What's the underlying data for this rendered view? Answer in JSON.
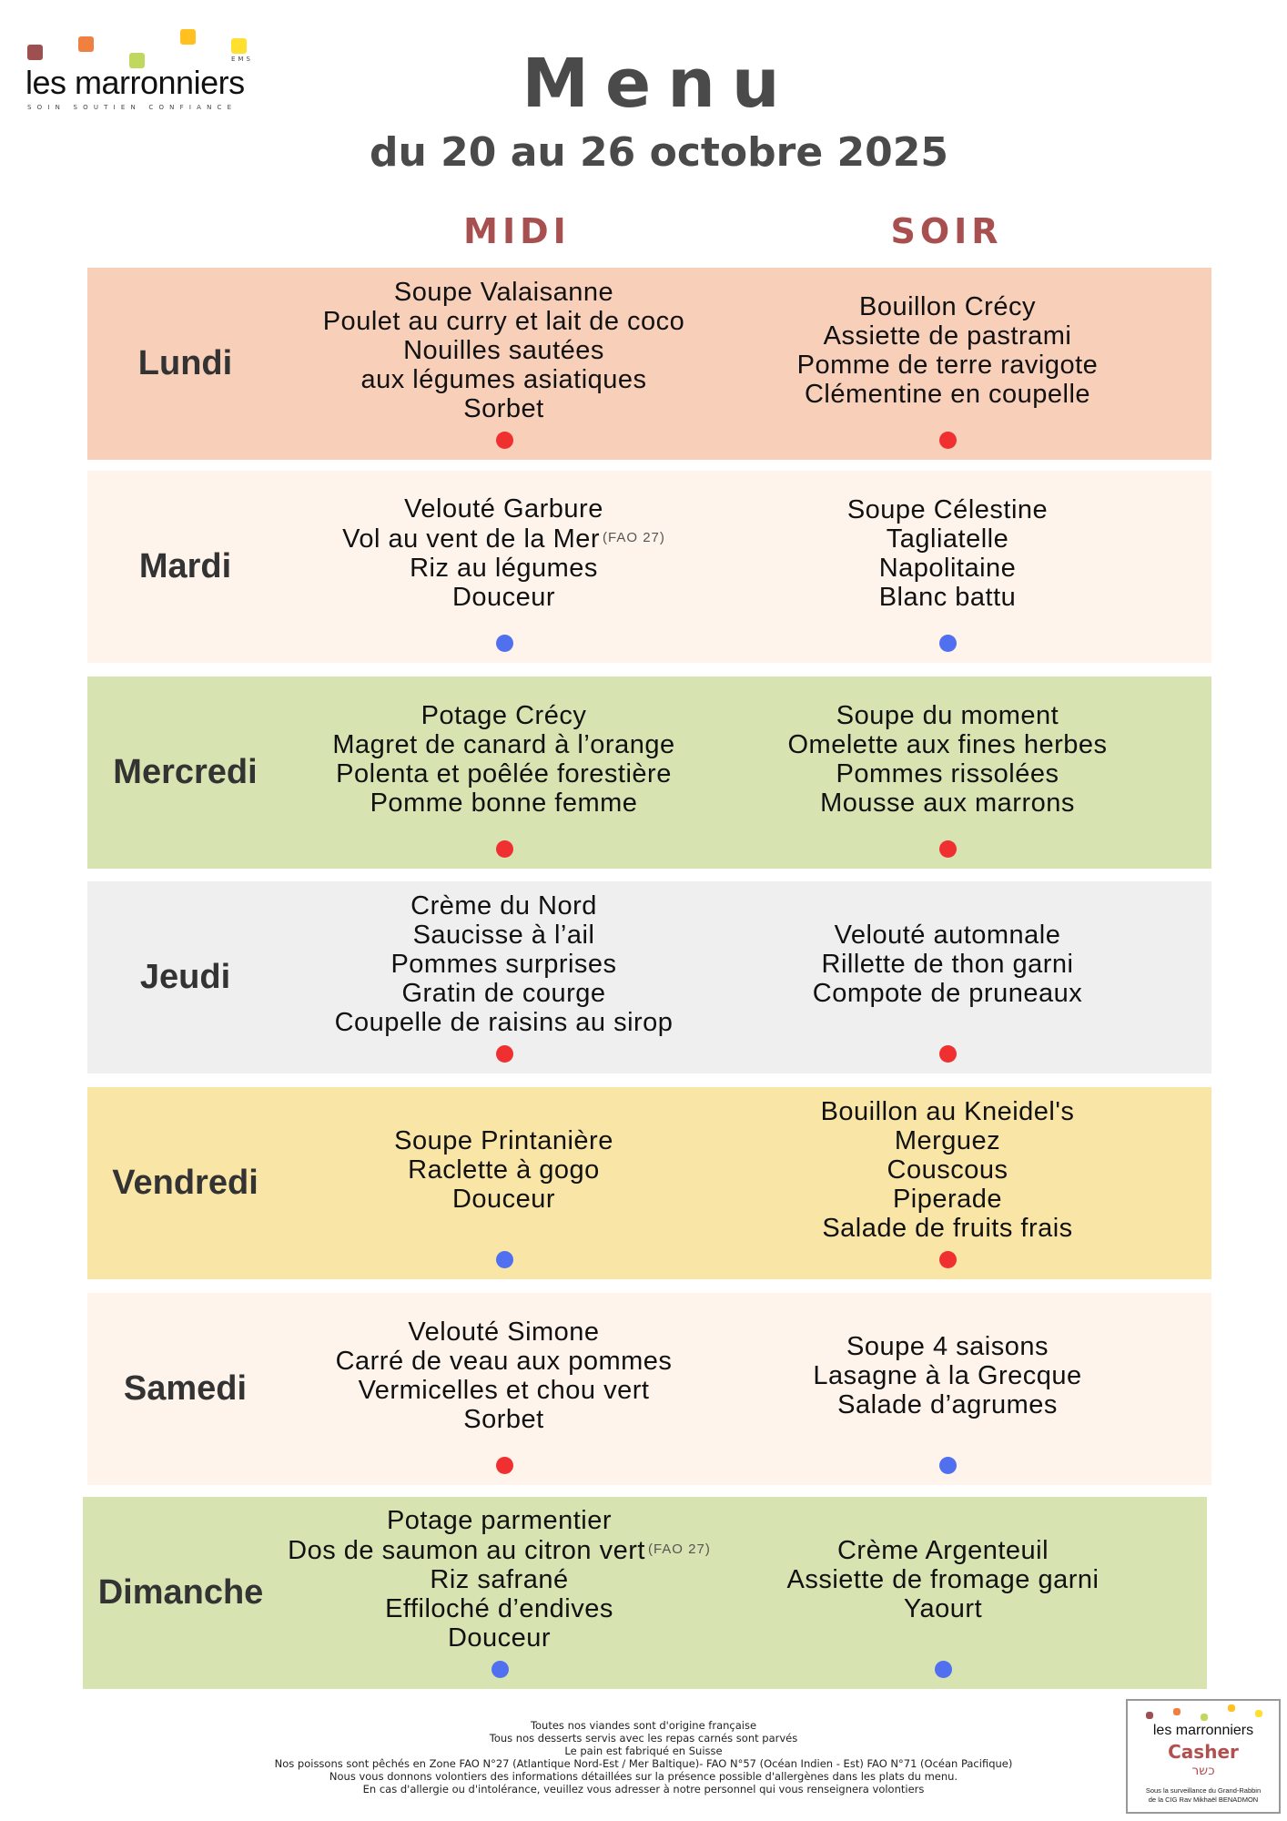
{
  "logo": {
    "word": "les marronniers",
    "ems": "EMS",
    "tagline": "SOIN SOUTIEN CONFIANCE",
    "colors": [
      "#9e4f4f",
      "#f08040",
      "#c0d860",
      "#ffc020",
      "#ffe030"
    ]
  },
  "header": {
    "title": "Menu",
    "subtitle": "du 20 au 26 octobre 2025"
  },
  "columns": {
    "midi": "MIDI",
    "soir": "SOIR"
  },
  "colors": {
    "red_dot": "#f03030",
    "blue_dot": "#5070f0",
    "header_accent": "#a84f4f"
  },
  "days": [
    {
      "name": "Lundi",
      "bg": "#f8cfb8",
      "midi": {
        "lines": [
          {
            "text": "Soupe Valaisanne"
          },
          {
            "text": "Poulet au curry et lait de coco"
          },
          {
            "text": "Nouilles sautées"
          },
          {
            "text": "aux légumes asiatiques"
          },
          {
            "text": "Sorbet"
          }
        ],
        "dot": "red"
      },
      "soir": {
        "lines": [
          {
            "text": "Bouillon Crécy"
          },
          {
            "text": "Assiette de pastrami"
          },
          {
            "text": "Pomme de terre ravigote"
          },
          {
            "text": "Clémentine en coupelle"
          }
        ],
        "dot": "red"
      }
    },
    {
      "name": "Mardi",
      "bg": "#fef4ec",
      "midi": {
        "lines": [
          {
            "text": "Velouté Garbure"
          },
          {
            "text": "Vol au vent de la Mer",
            "note": "(FAO 27)"
          },
          {
            "text": "Riz au légumes"
          },
          {
            "text": "Douceur"
          }
        ],
        "dot": "blue"
      },
      "soir": {
        "lines": [
          {
            "text": "Soupe Célestine"
          },
          {
            "text": "Tagliatelle"
          },
          {
            "text": "Napolitaine"
          },
          {
            "text": "Blanc battu"
          }
        ],
        "dot": "blue"
      }
    },
    {
      "name": "Mercredi",
      "bg": "#d7e3b0",
      "midi": {
        "lines": [
          {
            "text": "Potage Crécy"
          },
          {
            "text": "Magret de canard à l’orange"
          },
          {
            "text": "Polenta et poêlée forestière"
          },
          {
            "text": "Pomme bonne femme"
          }
        ],
        "dot": "red"
      },
      "soir": {
        "lines": [
          {
            "text": "Soupe du moment"
          },
          {
            "text": "Omelette aux fines herbes"
          },
          {
            "text": "Pommes rissolées"
          },
          {
            "text": "Mousse aux marrons"
          }
        ],
        "dot": "red"
      }
    },
    {
      "name": "Jeudi",
      "bg": "#efefef",
      "midi": {
        "lines": [
          {
            "text": "Crème du Nord"
          },
          {
            "text": "Saucisse à l’ail"
          },
          {
            "text": "Pommes surprises"
          },
          {
            "text": "Gratin de courge"
          },
          {
            "text": "Coupelle de raisins au sirop"
          }
        ],
        "dot": "red"
      },
      "soir": {
        "lines": [
          {
            "text": "Velouté automnale"
          },
          {
            "text": "Rillette de thon garni"
          },
          {
            "text": "Compote de pruneaux"
          }
        ],
        "dot": "red"
      }
    },
    {
      "name": "Vendredi",
      "bg": "#f9e6a6",
      "midi": {
        "lines": [
          {
            "text": "Soupe Printanière"
          },
          {
            "text": "Raclette à gogo"
          },
          {
            "text": "Douceur"
          }
        ],
        "dot": "blue"
      },
      "soir": {
        "lines": [
          {
            "text": "Bouillon au Kneidel's"
          },
          {
            "text": "Merguez"
          },
          {
            "text": "Couscous"
          },
          {
            "text": "Piperade"
          },
          {
            "text": "Salade de fruits frais"
          }
        ],
        "dot": "red"
      }
    },
    {
      "name": "Samedi",
      "bg": "#fef4ec",
      "midi": {
        "lines": [
          {
            "text": "Velouté Simone"
          },
          {
            "text": "Carré de veau aux pommes"
          },
          {
            "text": "Vermicelles et chou vert"
          },
          {
            "text": "Sorbet"
          }
        ],
        "dot": "red"
      },
      "soir": {
        "lines": [
          {
            "text": "Soupe 4 saisons"
          },
          {
            "text": "Lasagne à la Grecque"
          },
          {
            "text": "Salade d’agrumes"
          }
        ],
        "dot": "blue"
      }
    },
    {
      "name": "Dimanche",
      "bg": "#d7e3b0",
      "midi": {
        "lines": [
          {
            "text": "Potage parmentier"
          },
          {
            "text": "Dos de saumon au citron vert",
            "note": "(FAO 27)"
          },
          {
            "text": "Riz safrané"
          },
          {
            "text": "Effiloché d’endives"
          },
          {
            "text": "Douceur"
          }
        ],
        "dot": "blue"
      },
      "soir": {
        "lines": [
          {
            "text": "Crème Argenteuil"
          },
          {
            "text": "Assiette de fromage garni"
          },
          {
            "text": "Yaourt"
          }
        ],
        "dot": "blue"
      }
    }
  ],
  "footer": [
    "Toutes nos viandes sont d'origine française",
    "Tous nos desserts servis avec les repas carnés sont parvés",
    "Le pain est fabriqué en Suisse",
    "Nos poissons sont pêchés en Zone FAO N°27 (Atlantique Nord-Est / Mer Baltique)- FAO N°57 (Océan Indien - Est) FAO N°71 (Océan Pacifique)",
    "Nous vous donnons volontiers des informations détaillées sur la présence possible d'allergènes dans les plats du menu.",
    "En cas d'allergie ou d'intolérance, veuillez vous adresser à notre personnel qui vous renseignera volontiers"
  ],
  "kosher": {
    "word": "les marronniers",
    "casher": "Casher",
    "hebrew": "כשר",
    "supervision_1": "Sous la surveillance du Grand-Rabbin",
    "supervision_2": "de la CIG Rav Mikhaël BENADMON"
  }
}
